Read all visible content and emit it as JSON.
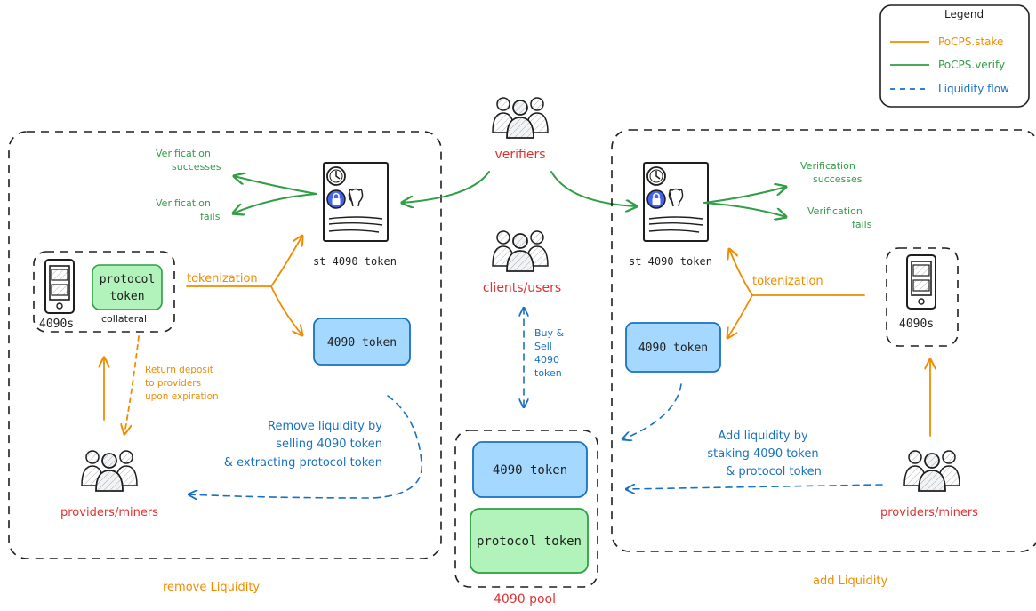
{
  "legend": {
    "title": "Legend",
    "items": [
      {
        "label": "PoCPS.stake",
        "color": "#f08c00",
        "style": "solid"
      },
      {
        "label": "PoCPS.verify",
        "color": "#2f9e44",
        "style": "solid"
      },
      {
        "label": "Liquidity flow",
        "color": "#1971c2",
        "style": "dashed"
      }
    ]
  },
  "center": {
    "verifiers": "verifiers",
    "clients": "clients/users",
    "buy_sell": [
      "Buy &",
      "Sell",
      "4090",
      "token"
    ],
    "pool_label": "4090 pool",
    "pool_token": "4090 token",
    "pool_protocol": "protocol token"
  },
  "left": {
    "verification_successes": [
      "Verification",
      "successes"
    ],
    "verification_fails": [
      "Verification",
      "fails"
    ],
    "st_token": "st 4090 token",
    "tokenization": "tokenization",
    "protocol_token": [
      "protocol",
      "token"
    ],
    "device_label": "4090s",
    "collateral": "collateral",
    "token": "4090 token",
    "return_deposit": [
      "Return deposit",
      "to providers",
      "upon expiration"
    ],
    "remove_text": [
      "Remove liquidity by",
      "selling 4090 token",
      "& extracting protocol token"
    ],
    "providers": "providers/miners",
    "section_label": "remove Liquidity"
  },
  "right": {
    "verification_successes": [
      "Verification",
      "successes"
    ],
    "verification_fails": [
      "Verification",
      "fails"
    ],
    "st_token": "st 4090 token",
    "tokenization": "tokenization",
    "device_label": "4090s",
    "token": "4090 token",
    "add_text": [
      "Add liquidity by",
      "staking 4090 token",
      "& protocol token"
    ],
    "providers": "providers/miners",
    "section_label": "add Liquidity"
  },
  "colors": {
    "orange": "#f08c00",
    "green": "#2f9e44",
    "blue": "#1971c2",
    "red": "#e03131",
    "blue_fill": "#a5d8ff",
    "green_fill": "#b2f2bb"
  }
}
